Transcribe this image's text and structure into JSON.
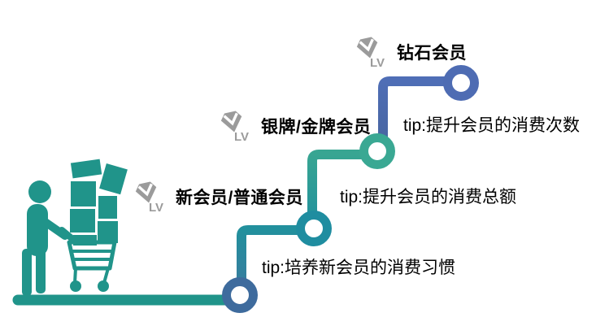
{
  "diagram": {
    "badge_label": "LV",
    "tiers": [
      {
        "label": "新会员/普通会员",
        "tip": "tip:培养新会员的消费习惯"
      },
      {
        "label": "银牌/金牌会员",
        "tip": "tip:提升会员的消费总额"
      },
      {
        "label": "钻石会员",
        "tip": "tip:提升会员的消费次数"
      }
    ],
    "colors": {
      "teal": "#20948a",
      "circle1": "#3e6b9d",
      "circle2": "#1f8da0",
      "circle3": "#3aa893",
      "circle4": "#4e6cb3",
      "elbow1_from": "#3a7a9e",
      "elbow1_to": "#22909d",
      "elbow2_from": "#21909d",
      "elbow2_to": "#38a592",
      "elbow3_from": "#47659f",
      "elbow3_to": "#4f6eb6",
      "badge_gray": "#9b9b9b",
      "text": "#000000"
    }
  }
}
